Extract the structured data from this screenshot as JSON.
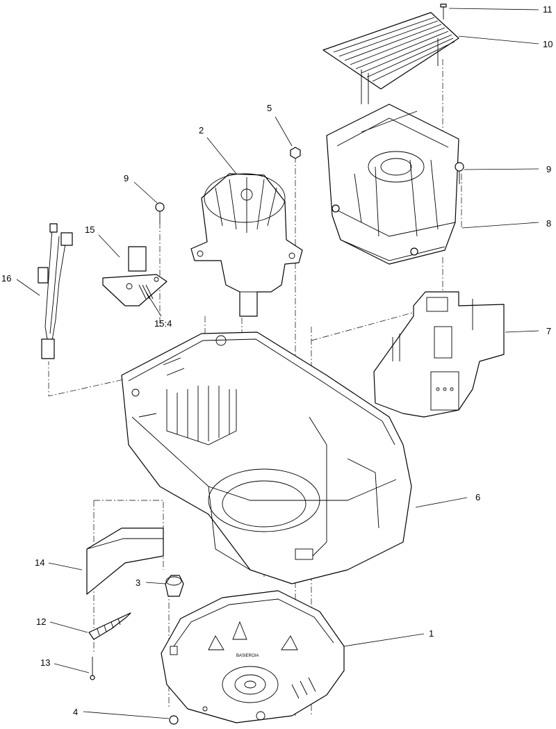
{
  "callouts": [
    {
      "id": "c11",
      "text": "11"
    },
    {
      "id": "c10",
      "text": "10"
    },
    {
      "id": "c5",
      "text": "5"
    },
    {
      "id": "c2",
      "text": "2"
    },
    {
      "id": "c9a",
      "text": "9"
    },
    {
      "id": "c9b",
      "text": "9"
    },
    {
      "id": "c8",
      "text": "8"
    },
    {
      "id": "c15",
      "text": "15"
    },
    {
      "id": "c16",
      "text": "16"
    },
    {
      "id": "c154",
      "text": "15:4"
    },
    {
      "id": "c7",
      "text": "7"
    },
    {
      "id": "c6",
      "text": "6"
    },
    {
      "id": "c14",
      "text": "14"
    },
    {
      "id": "c3",
      "text": "3"
    },
    {
      "id": "c12",
      "text": "12"
    },
    {
      "id": "c1",
      "text": "1"
    },
    {
      "id": "c13",
      "text": "13"
    },
    {
      "id": "c4",
      "text": "4"
    }
  ],
  "base_marking": "BASIEROIA"
}
